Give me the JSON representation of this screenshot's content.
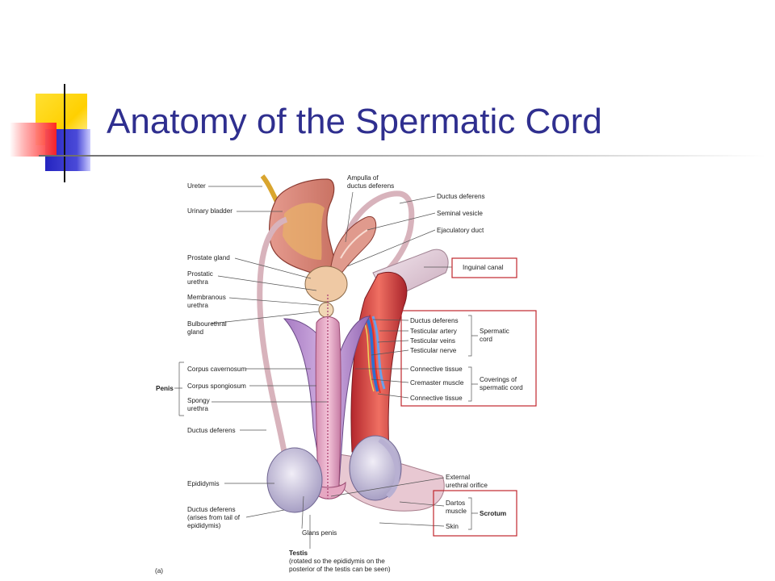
{
  "slide": {
    "title": "Anatomy of the Spermatic Cord"
  },
  "colors": {
    "title": "#2f2f8f",
    "accent_yellow": "#ffd400",
    "accent_blue": "#3333cc",
    "accent_red": "#ff3b3b",
    "highlight_box": "#c0272d"
  },
  "figure": {
    "left_labels": {
      "ureter": "Ureter",
      "urinary_bladder": "Urinary bladder",
      "prostate_gland": "Prostate gland",
      "prostatic_urethra_1": "Prostatic",
      "prostatic_urethra_2": "urethra",
      "membranous_urethra_1": "Membranous",
      "membranous_urethra_2": "urethra",
      "bulbourethral_1": "Bulbourethral",
      "bulbourethral_2": "gland",
      "penis": "Penis",
      "corpus_cavernosum": "Corpus cavernosum",
      "corpus_spongiosum": "Corpus spongiosum",
      "spongy_urethra_1": "Spongy",
      "spongy_urethra_2": "urethra",
      "ductus_deferens": "Ductus deferens",
      "epididymis": "Epididymis",
      "ductus_deferens_tail_1": "Ductus deferens",
      "ductus_deferens_tail_2": "(arises from tail of",
      "ductus_deferens_tail_3": "epididymis)",
      "glans_penis": "Glans penis",
      "testis": "Testis",
      "testis_note_1": "(rotated so the epididymis on the",
      "testis_note_2": "posterior of the testis can be seen)",
      "panel_letter": "(a)"
    },
    "right_labels": {
      "ampulla_1": "Ampulla of",
      "ampulla_2": "ductus deferens",
      "ductus_deferens": "Ductus deferens",
      "seminal_vesicle": "Seminal vesicle",
      "ejaculatory_duct": "Ejaculatory duct",
      "inguinal_canal": "Inguinal canal",
      "cord_ductus_deferens": "Ductus deferens",
      "testicular_artery": "Testicular artery",
      "testicular_veins": "Testicular veins",
      "testicular_nerve": "Testicular nerve",
      "spermatic_cord_1": "Spermatic",
      "spermatic_cord_2": "cord",
      "connective_tissue_1": "Connective tissue",
      "cremaster_muscle": "Cremaster muscle",
      "connective_tissue_2": "Connective tissue",
      "coverings_1": "Coverings of",
      "coverings_2": "spermatic cord",
      "external_urethral_1": "External",
      "external_urethral_2": "urethral orifice",
      "dartos_1": "Dartos",
      "dartos_2": "muscle",
      "scrotum": "Scrotum",
      "skin": "Skin"
    }
  }
}
